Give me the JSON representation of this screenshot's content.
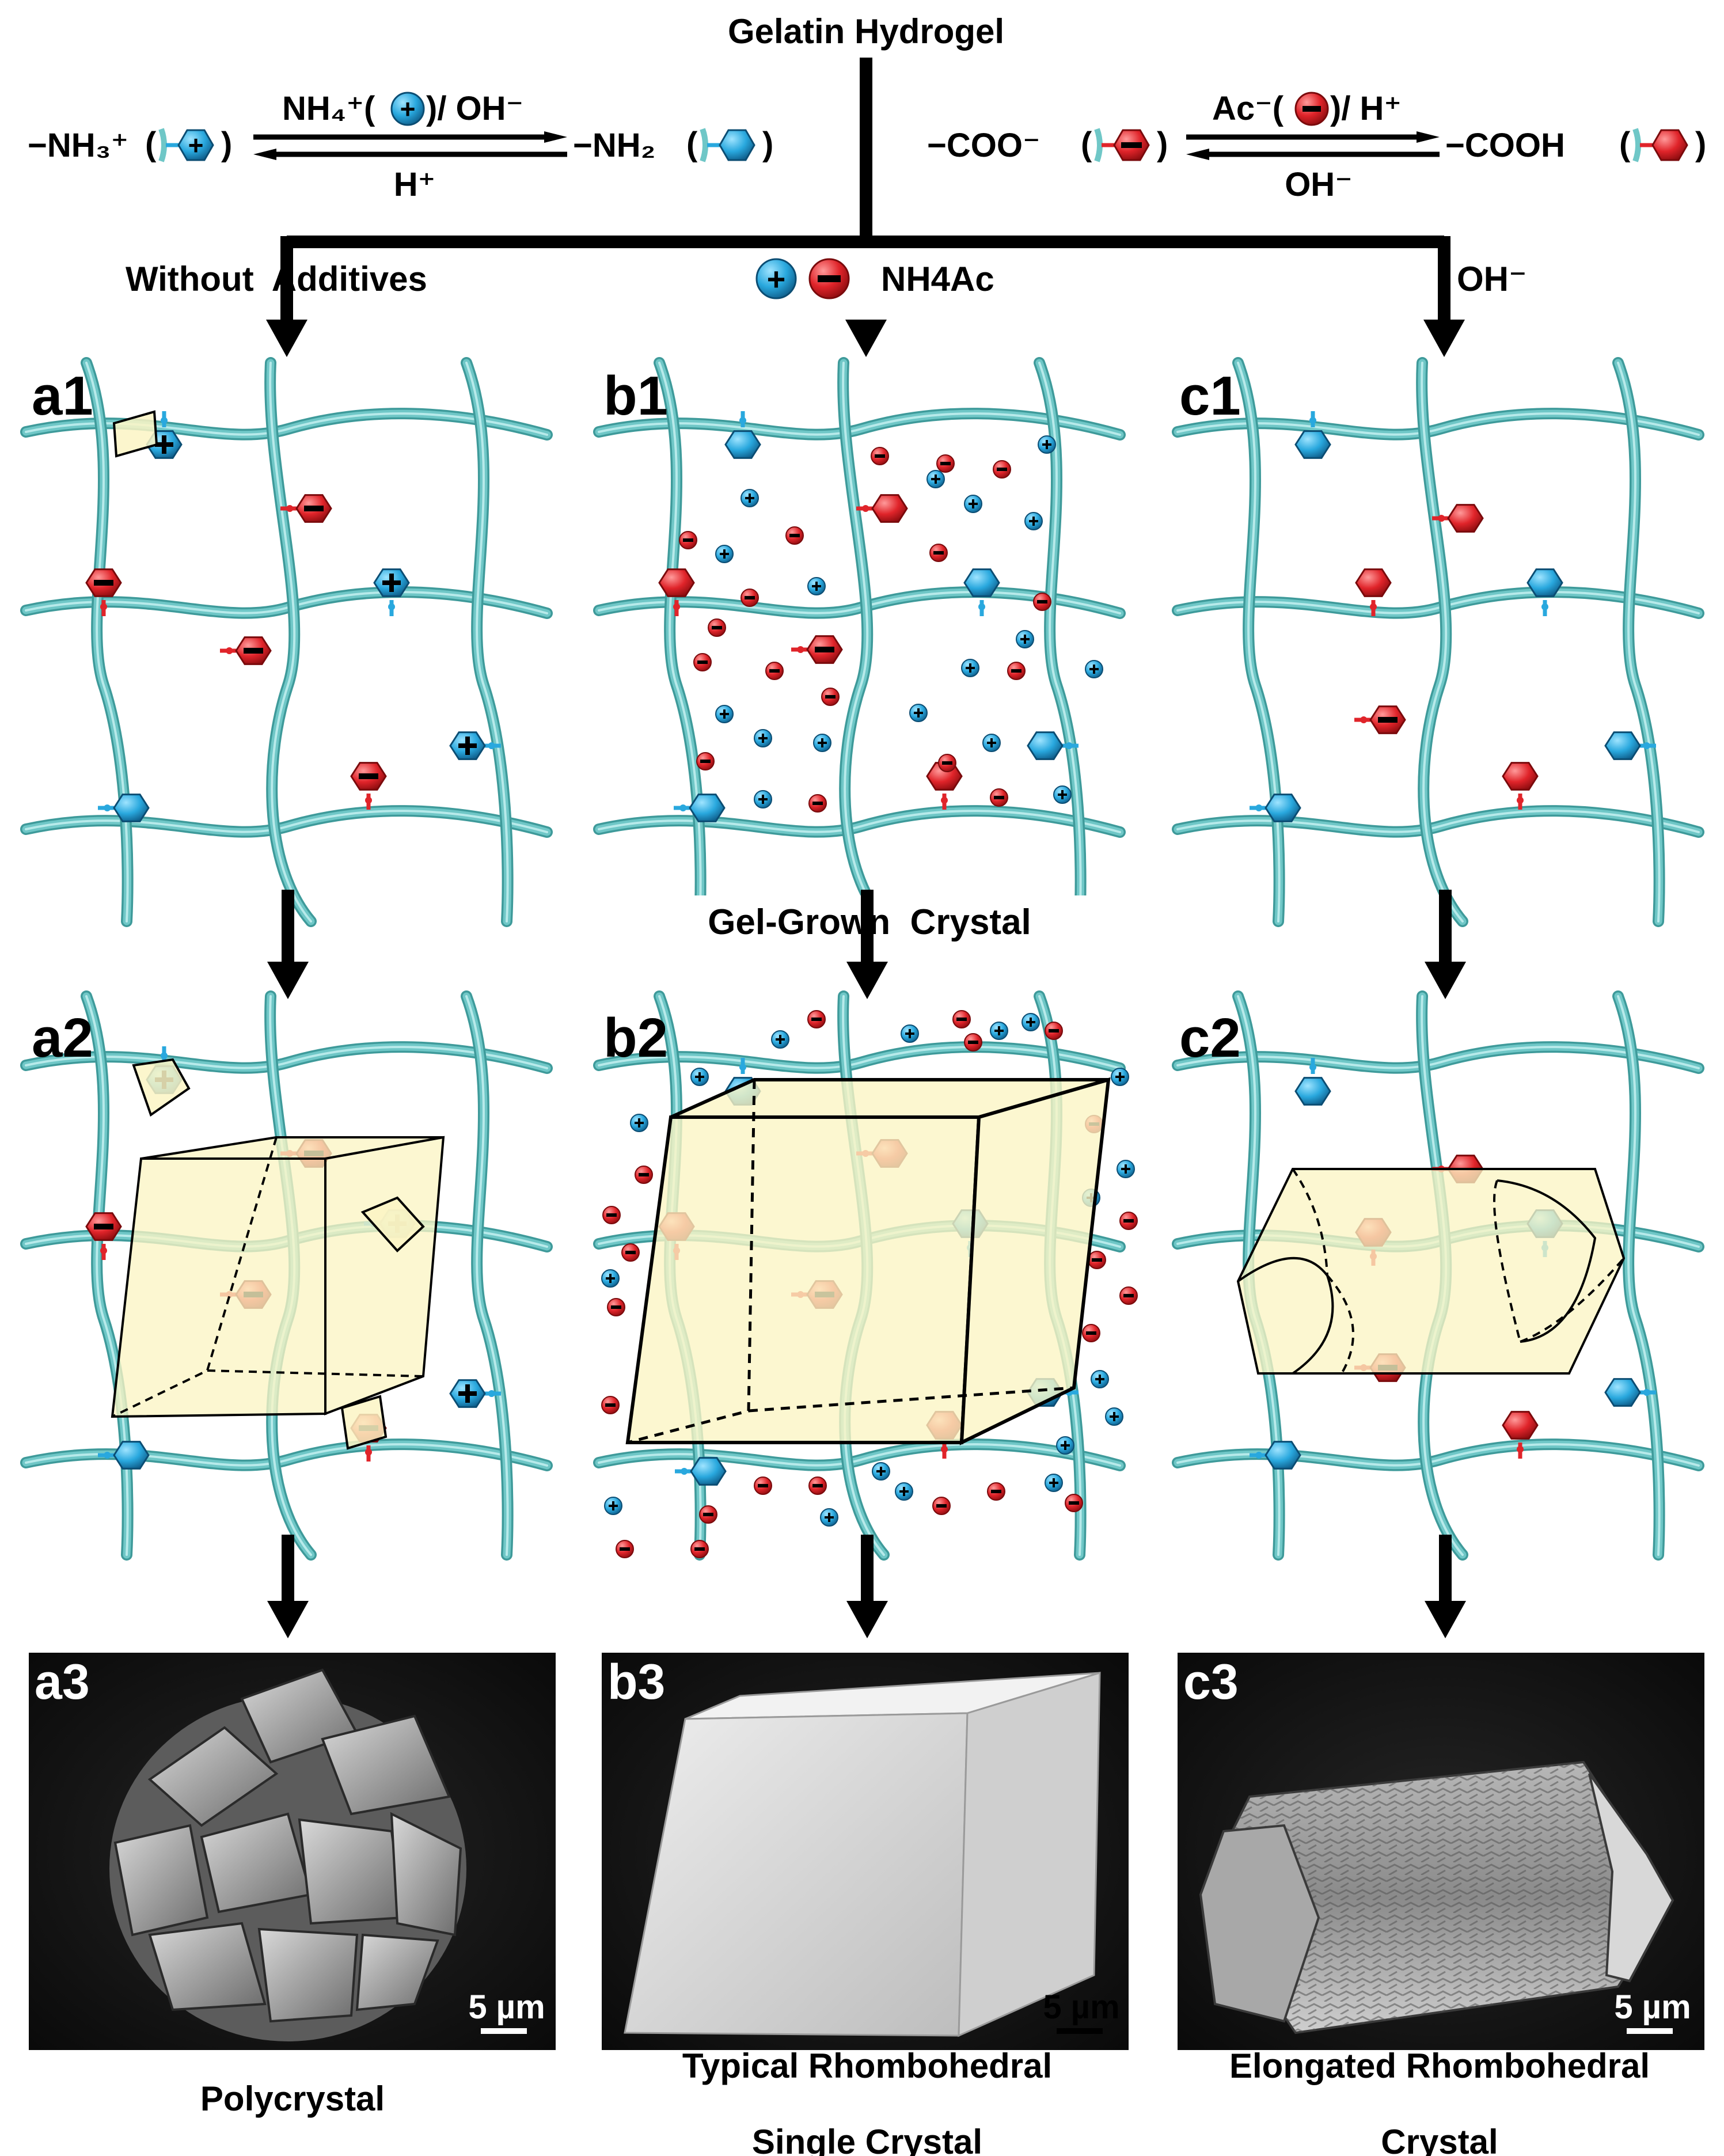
{
  "title": "Gelatin Hydrogel",
  "equilibria": {
    "amine": {
      "left": "−NH₃⁺",
      "forward": "NH₄⁺(",
      "forward_tail": ")/ OH⁻",
      "reverse": "H⁺",
      "right": "−NH₂"
    },
    "carboxyl": {
      "left": "−COO⁻",
      "forward": "Ac⁻(",
      "forward_tail": ")/ H⁺",
      "reverse": "OH⁻",
      "right": "−COOH"
    }
  },
  "conditions": {
    "a": "Without  Additives",
    "b": "NH4Ac",
    "c": "OH⁻"
  },
  "midlabel": "Gel-Grown  Crystal",
  "panels": {
    "a1": "a1",
    "b1": "b1",
    "c1": "c1",
    "a2": "a2",
    "b2": "b2",
    "c2": "c2",
    "a3": "a3",
    "b3": "b3",
    "c3": "c3"
  },
  "scalebar": "5 µm",
  "captions": {
    "a": [
      "Polycrystal"
    ],
    "b": [
      "Typical Rhombohedral",
      "Single Crystal"
    ],
    "c": [
      "Elongated Rhombohedral",
      "Crystal"
    ]
  },
  "colors": {
    "fiber": "#6fc7c7",
    "positive": "#29a8de",
    "negative": "#e0242a",
    "crystal": "#fbf5c4"
  },
  "icons": {
    "positive": "plus-sign-icon",
    "negative": "minus-sign-icon",
    "group": "hexagon-icon"
  }
}
